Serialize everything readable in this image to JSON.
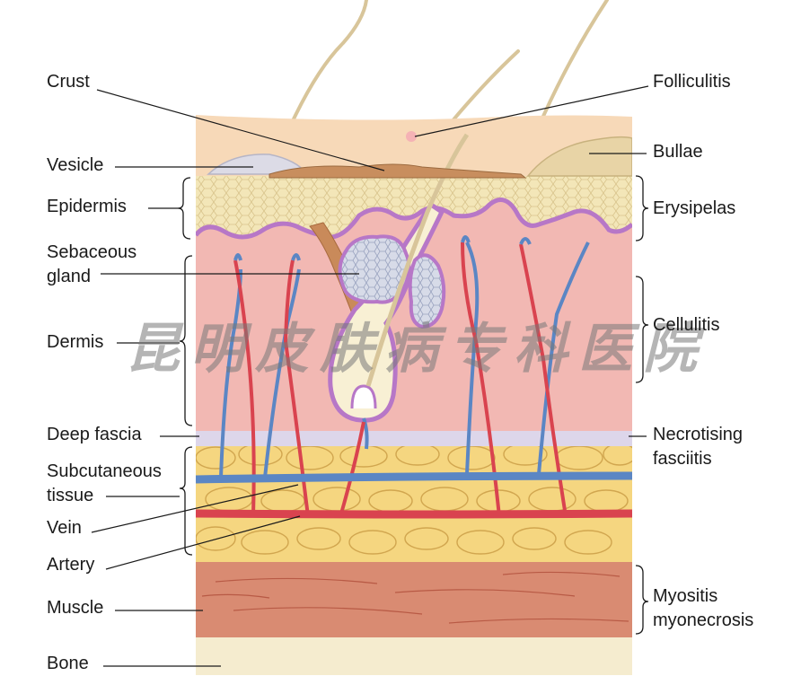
{
  "labels_left": {
    "crust": "Crust",
    "vesicle": "Vesicle",
    "epidermis": "Epidermis",
    "sebaceous_line1": "Sebaceous",
    "sebaceous_line2": "gland",
    "dermis": "Dermis",
    "deep_fascia": "Deep fascia",
    "subcutaneous_line1": "Subcutaneous",
    "subcutaneous_line2": "tissue",
    "vein": "Vein",
    "artery": "Artery",
    "muscle": "Muscle",
    "bone": "Bone"
  },
  "labels_right": {
    "folliculitis": "Folliculitis",
    "bullae": "Bullae",
    "erysipelas": "Erysipelas",
    "cellulitis": "Cellulitis",
    "necrotising_line1": "Necrotising",
    "necrotising_line2": "fasciitis",
    "myositis_line1": "Myositis",
    "myositis_line2": "myonecrosis"
  },
  "watermark": "昆明皮肤病专科医院",
  "colors": {
    "stratum_corneum": "#f7d9b8",
    "epidermis": "#f3e6b8",
    "dermis": "#f2b8b3",
    "deep_fascia": "#ddd6ea",
    "fat": "#f5d680",
    "muscle": "#d98b72",
    "bone": "#f5eccf",
    "vein": "#5b86c4",
    "artery": "#d9434f",
    "basement": "#b777c7"
  }
}
